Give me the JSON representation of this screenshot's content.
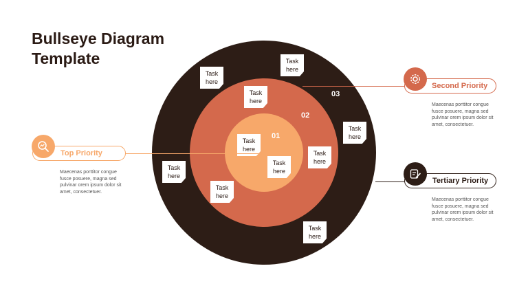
{
  "title": {
    "line1": "Bullseye Diagram",
    "line2": "Template"
  },
  "rings": [
    {
      "label": "01",
      "color": "#f7a86a"
    },
    {
      "label": "02",
      "color": "#d4694c"
    },
    {
      "label": "03",
      "color": "#2d1d16"
    }
  ],
  "task_notes": [
    {
      "line1": "Task",
      "line2": "here"
    },
    {
      "line1": "Task",
      "line2": "here"
    },
    {
      "line1": "Task",
      "line2": "here"
    },
    {
      "line1": "Task",
      "line2": "here"
    },
    {
      "line1": "Task",
      "line2": "here"
    },
    {
      "line1": "Task",
      "line2": "here"
    },
    {
      "line1": "Task",
      "line2": "here"
    },
    {
      "line1": "Task",
      "line2": "here"
    },
    {
      "line1": "Task",
      "line2": "here"
    },
    {
      "line1": "Task",
      "line2": "here"
    }
  ],
  "priorities": {
    "top": {
      "label": "Top Priority",
      "description": "Maecenas porttitor congue fusce posuere, magna sed pulvinar orem ipsum dolor sit amet, consectetuer.",
      "icon": "search-chart-icon",
      "color": "#f7a86a"
    },
    "second": {
      "label": "Second Priority",
      "description": "Maecenas porttitor congue fusce posuere, magna sed pulvinar orem ipsum dolor sit amet, consectetuer.",
      "icon": "gear-icon",
      "color": "#d4694c"
    },
    "tertiary": {
      "label": "Tertiary Priority",
      "description": "Maecenas porttitor congue fusce posuere, magna sed pulvinar orem ipsum dolor sit amet, consectetuer.",
      "icon": "checklist-edit-icon",
      "color": "#2d1d16"
    }
  }
}
